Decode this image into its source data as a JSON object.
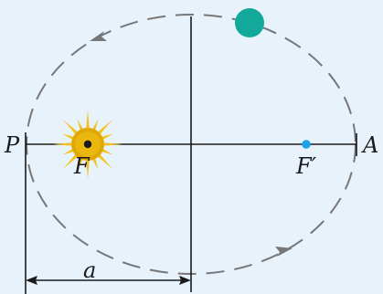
{
  "labels": {
    "perihelion": "P",
    "aphelion": "A",
    "focus": "F",
    "empty_focus": "F′",
    "semi_major_axis": "a"
  },
  "colors": {
    "background": "#e8f2fb",
    "orbit": "#777777",
    "axes": "#1a1a1a",
    "sun_rays": "#f2c21a",
    "sun_body": "#e0a800",
    "sun_dot": "#1a1a1a",
    "planet": "#12a89a",
    "empty_focus_dot": "#1aa3e8",
    "direction_arrow": "#777777"
  },
  "icons": {
    "sun": "sun-icon",
    "planet": "planet-icon",
    "direction_arrow": "arrowhead-icon"
  }
}
